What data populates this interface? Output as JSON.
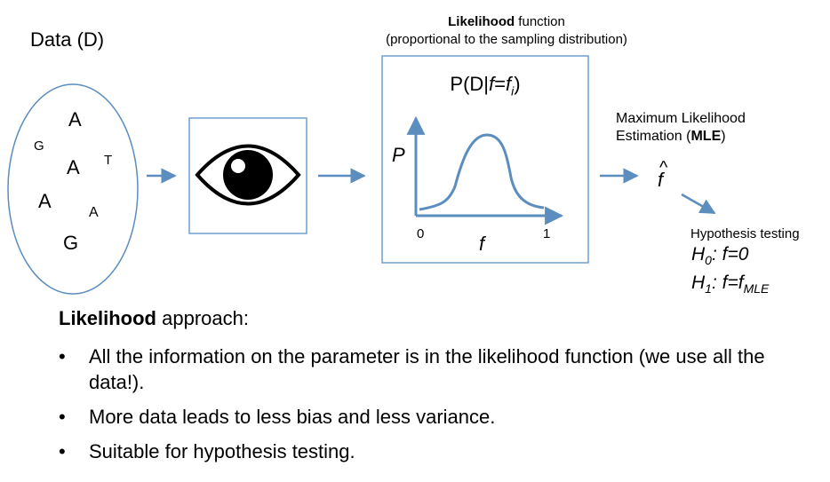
{
  "data_panel": {
    "title": "Data (D)",
    "letters": [
      "A",
      "G",
      "A",
      "T",
      "A",
      "A",
      "G"
    ]
  },
  "likelihood": {
    "title_bold": "Likelihood",
    "title_rest": " function",
    "subtitle": "(proportional to the sampling distribution)",
    "pd_prefix": "P(D|",
    "pd_var": "f",
    "pd_eq": "=",
    "pd_var2": "f",
    "pd_sub": "i",
    "pd_close": ")",
    "y_axis_label": "P",
    "x_axis_label": "f",
    "x_tick_0": "0",
    "x_tick_1": "1"
  },
  "mle": {
    "line1": "Maximum Likelihood",
    "line2_prefix": "Estimation (",
    "line2_bold": "MLE",
    "line2_suffix": ")",
    "symbol": "f",
    "hat": "^"
  },
  "hypothesis": {
    "title": "Hypothesis testing",
    "h0_var": "H",
    "h0_sub": "0",
    "h0_rest": ": f=0",
    "h1_var": "H",
    "h1_sub": "1",
    "h1_rest": ": f=f",
    "h1_rest_sub": "MLE"
  },
  "approach": {
    "title_bold": "Likelihood",
    "title_rest": " approach:",
    "bullet_symbol": "•",
    "bullets": [
      "All the information on the parameter is in the likelihood function (we use all the data!).",
      "More data leads to less bias and less variance.",
      "Suitable for hypothesis testing."
    ]
  },
  "colors": {
    "accent_blue": "#5b8dbf",
    "box_border": "#6f9fce"
  },
  "icons": {
    "observer": "eye-icon",
    "flow": "arrow-icon"
  }
}
